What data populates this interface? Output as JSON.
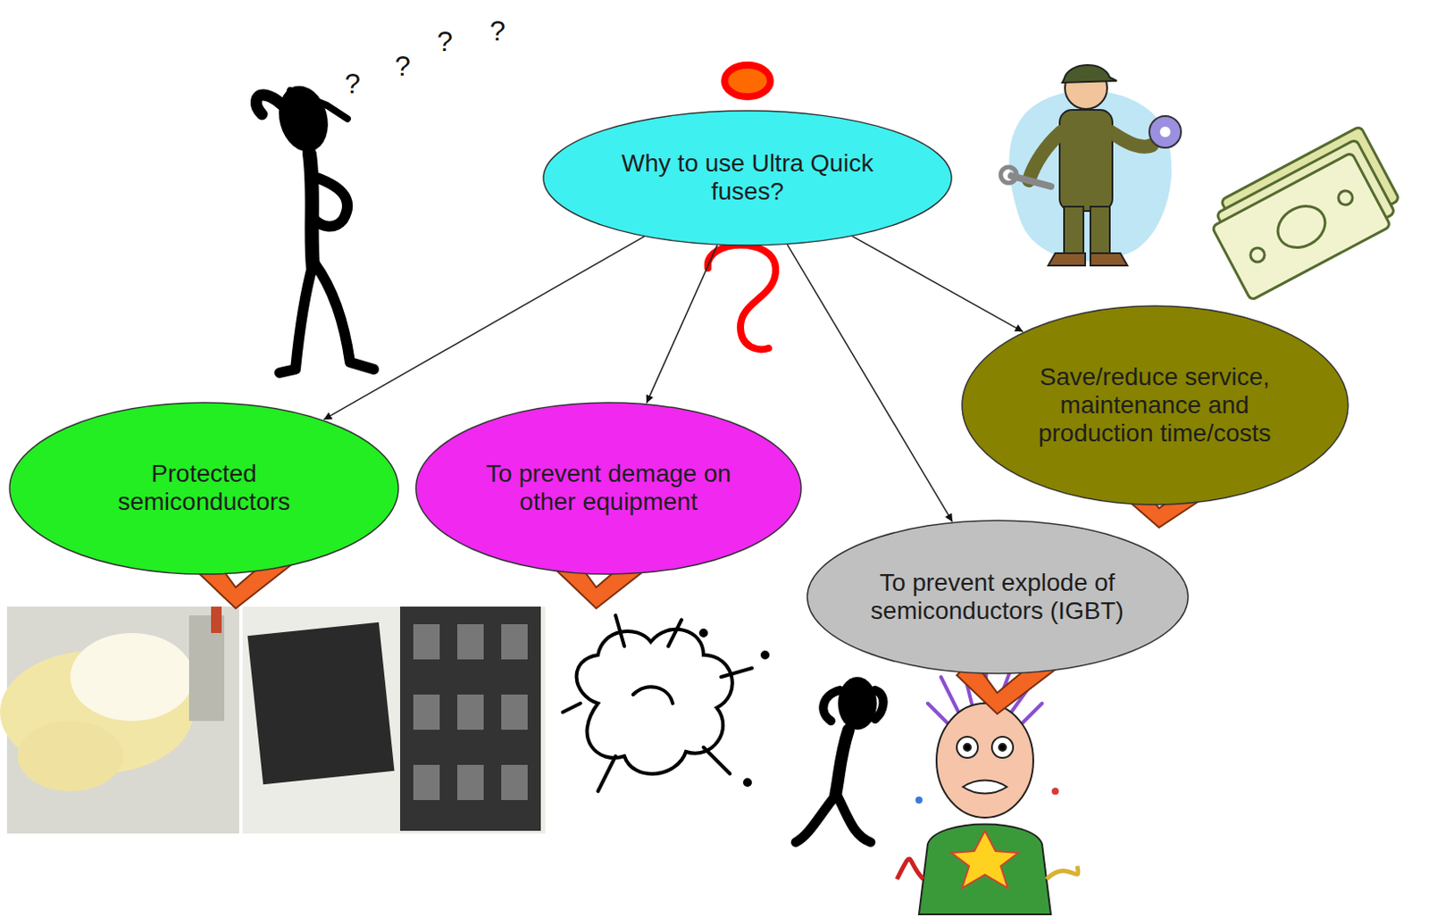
{
  "diagram": {
    "nodes": [
      {
        "text": [
          "Why to use Ultra Quick fuses?"
        ]
      },
      {
        "text": [
          "Protected semiconductors"
        ]
      },
      {
        "text": [
          "To prevent demage on other equipment"
        ]
      },
      {
        "text": [
          "To prevent explode of semiconductors (IGBT)"
        ]
      },
      {
        "text": [
          "Save/reduce service, maintenance and production time/costs"
        ]
      }
    ],
    "edges": [
      {
        "from": 0,
        "to": 1,
        "arrow": "to"
      },
      {
        "from": 0,
        "to": 2,
        "arrow": "to"
      },
      {
        "from": 0,
        "to": 3,
        "arrow": "to"
      },
      {
        "from": 0,
        "to": 4,
        "arrow": "to"
      }
    ],
    "labels": [
      "?",
      "?",
      "?",
      "?"
    ]
  }
}
